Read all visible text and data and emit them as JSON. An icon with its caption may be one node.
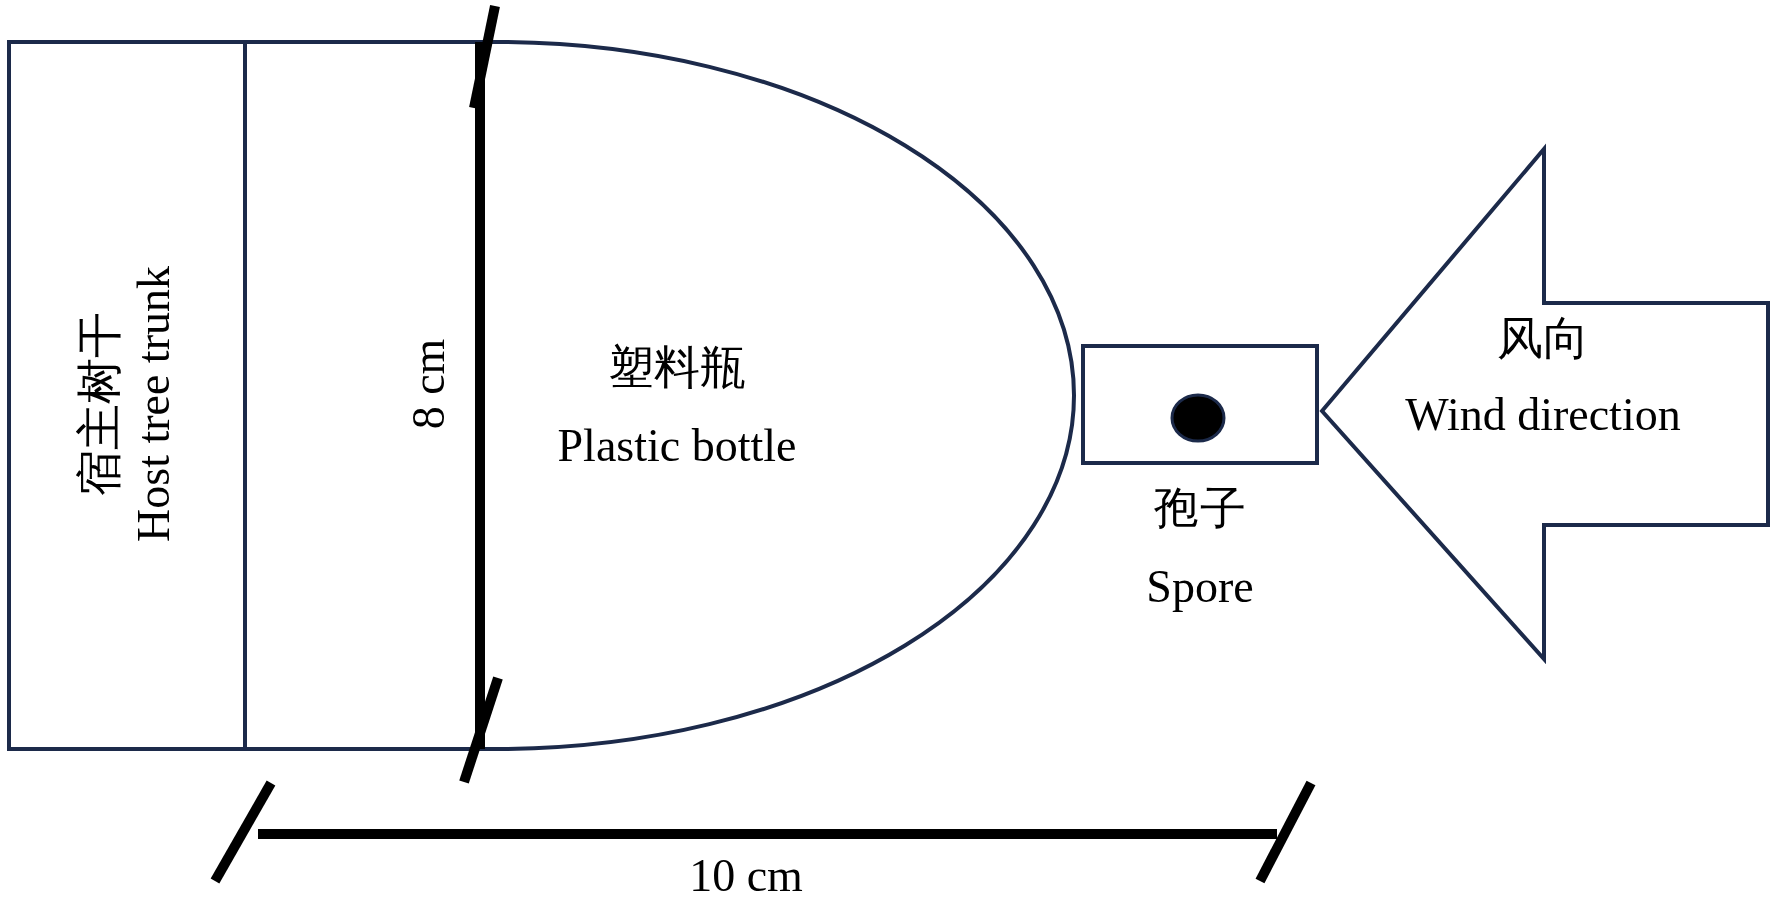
{
  "diagram": {
    "nodes": [
      {
        "text": [
          "宿主树干",
          "Host tree trunk"
        ]
      },
      {
        "text": [
          "塑料瓶",
          "Plastic bottle"
        ]
      },
      {
        "text": [],
        "shape": "box",
        "beside": [
          "孢子",
          "Spore"
        ]
      },
      {
        "text": [
          "风向",
          "Wind direction"
        ]
      }
    ],
    "edges": [],
    "labels": [
      "8 cm",
      "10 cm"
    ]
  }
}
